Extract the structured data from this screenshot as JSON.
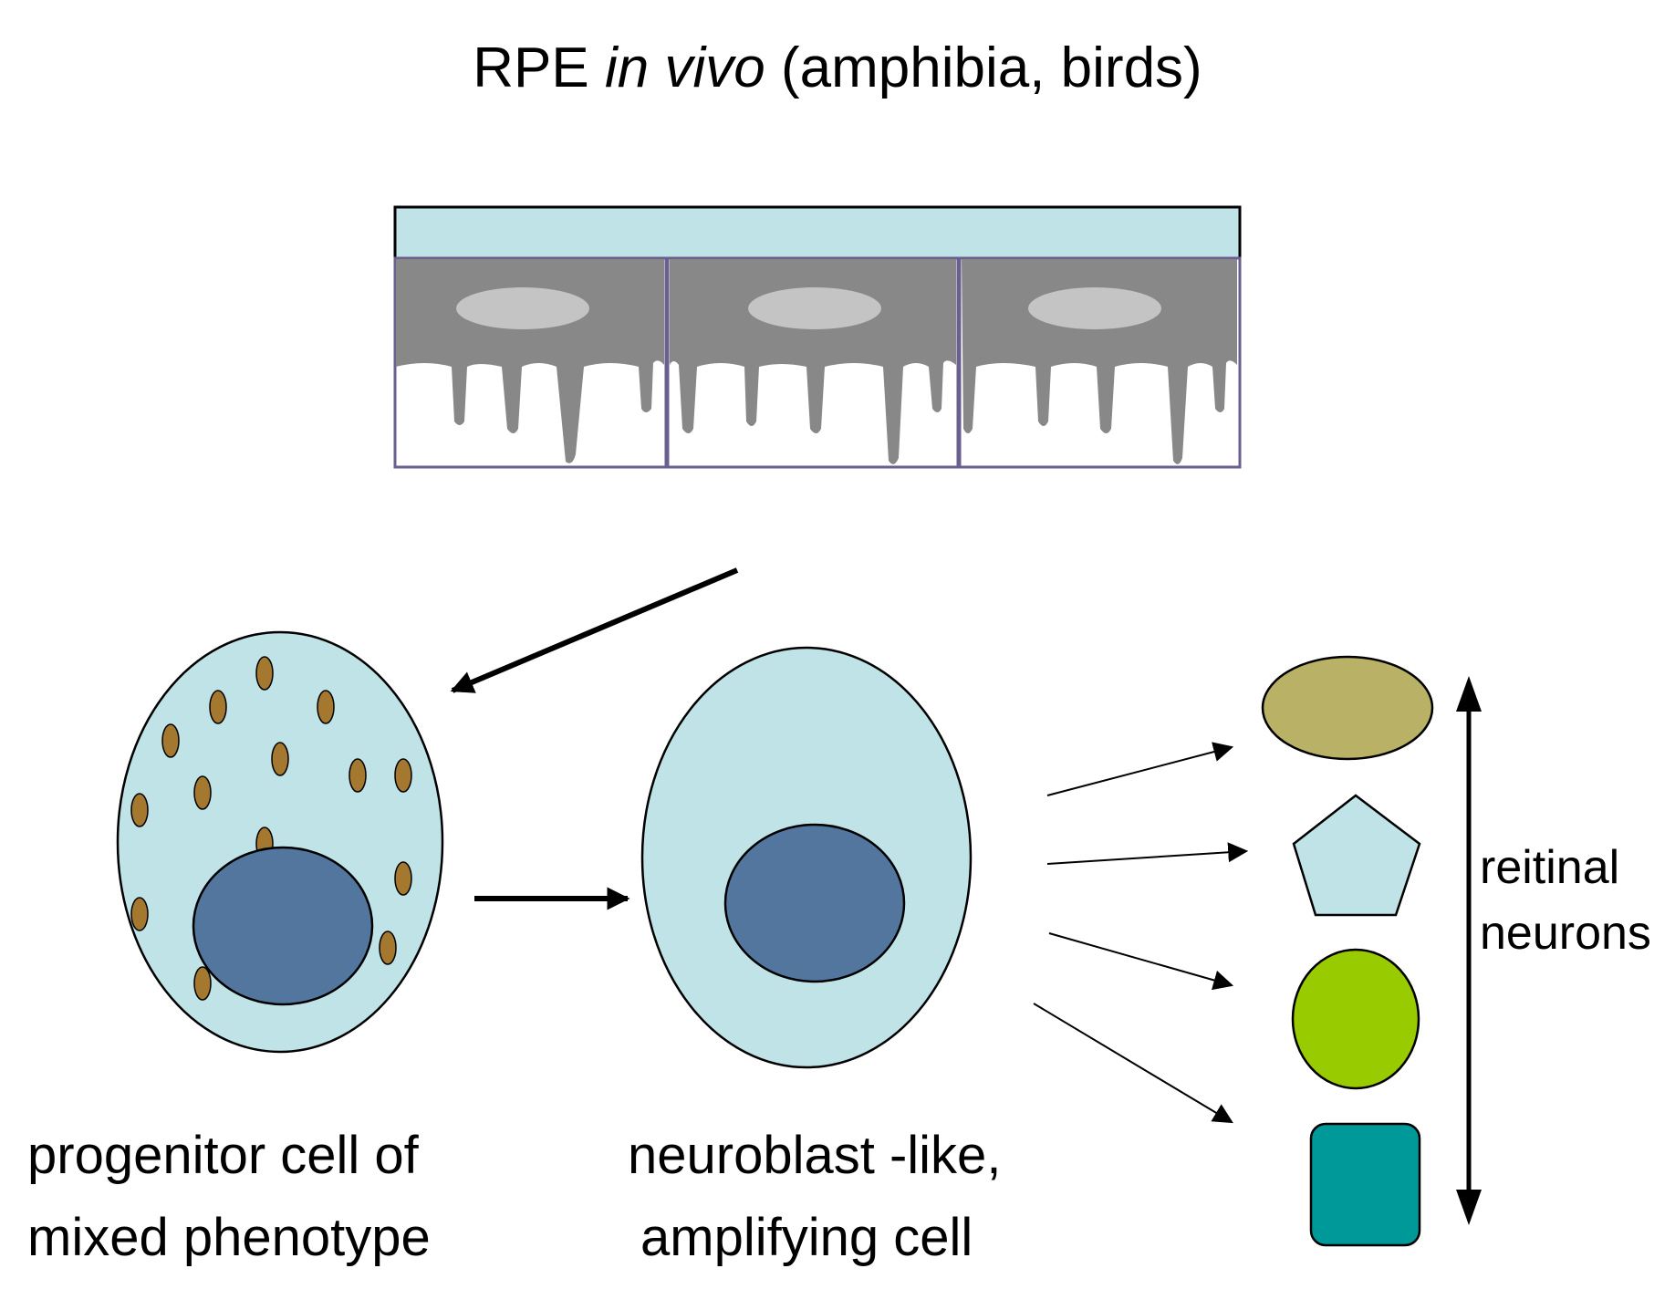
{
  "title": {
    "prefix": "RPE ",
    "italic": "in vivo",
    "suffix": " (amphibia, birds)"
  },
  "labels": {
    "progenitor": [
      "progenitor cell of",
      "mixed phenotype"
    ],
    "neuroblast": [
      "neuroblast -like,",
      "amplifying cell"
    ],
    "neurons": [
      "reitinal",
      "neurons"
    ]
  },
  "colors": {
    "light_blue": "#bfe3e6",
    "rpe_gray": "#888888",
    "rpe_nucleus": "#c4c4c4",
    "cell_border": "#6a5f8f",
    "dark_nucleus": "#53769f",
    "pigment": "#a4782f",
    "neuron_olive": "#b9b165",
    "neuron_green": "#99cc00",
    "neuron_teal": "#009999"
  },
  "icons": {
    "neuron_1": "olive-ellipse",
    "neuron_2": "pentagon",
    "neuron_3": "green-circle",
    "neuron_4": "teal-rounded-square"
  }
}
